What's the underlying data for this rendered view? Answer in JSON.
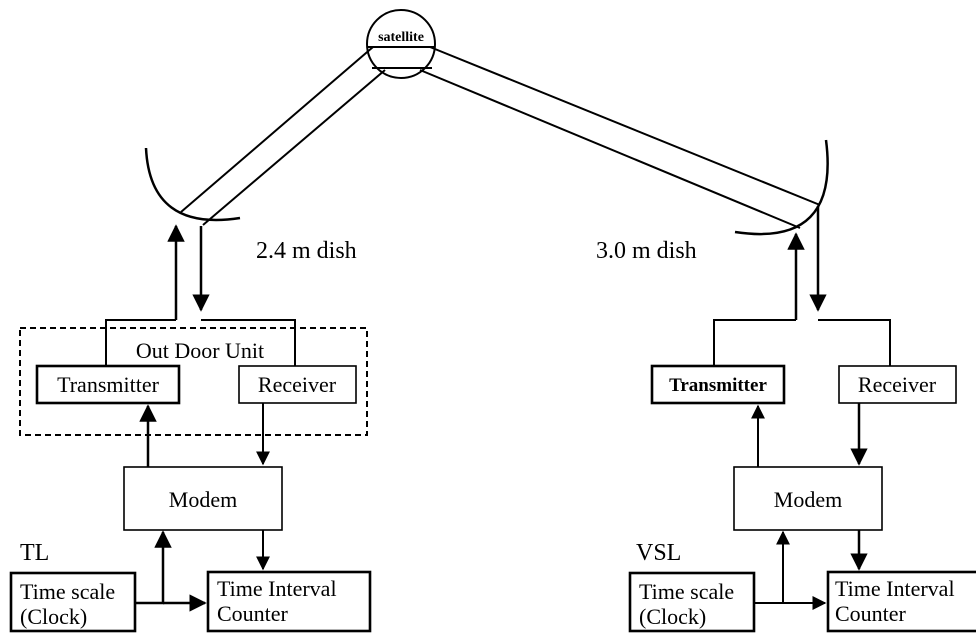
{
  "satellite": {
    "label": "satellite"
  },
  "left_station": {
    "site": "TL",
    "dish": "2.4 m dish",
    "odu": "Out Door Unit",
    "transmitter": "Transmitter",
    "receiver": "Receiver",
    "modem": "Modem",
    "clock_line1": "Time scale",
    "clock_line2": "(Clock)",
    "tic_line1": "Time Interval",
    "tic_line2": "Counter"
  },
  "right_station": {
    "site": "VSL",
    "dish": "3.0 m dish",
    "transmitter": "Transmitter",
    "receiver": "Receiver",
    "modem": "Modem",
    "clock_line1": "Time scale",
    "clock_line2": "(Clock)",
    "tic_line1": "Time Interval",
    "tic_line2": "Counter"
  }
}
